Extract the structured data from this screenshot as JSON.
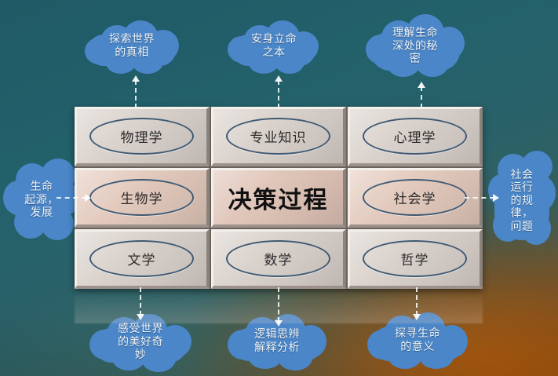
{
  "background": {
    "teal": "#215a63",
    "brown": "#a8540c"
  },
  "diagram": {
    "title": "决策过程",
    "cloud_color": "#4a86c8",
    "grid": {
      "rows": [
        [
          {
            "label": "物理学"
          },
          {
            "label": "专业知识"
          },
          {
            "label": "心理学"
          }
        ],
        [
          {
            "label": "生物学"
          },
          {
            "label": "决策过程"
          },
          {
            "label": "社会学"
          }
        ],
        [
          {
            "label": "文学"
          },
          {
            "label": "数学"
          },
          {
            "label": "哲学"
          }
        ]
      ]
    },
    "clouds": {
      "top_left": "探索世界\n的真相",
      "top_center": "安身立命\n之本",
      "top_right": "理解生命\n深处的秘\n密",
      "left": "生命\n起源，\n发展",
      "right": "社会\n运行\n的规\n律，\n问题",
      "bottom_left": "感受世界\n的美好奇\n妙",
      "bottom_center": "逻辑思辨\n解释分析",
      "bottom_right": "探寻生命\n的意义"
    },
    "arrows": {
      "physics_up": "arrow-up",
      "expertise_up": "arrow-up",
      "psychology_up": "arrow-up",
      "biology_left": "arrow-right",
      "sociology_right": "arrow-right",
      "literature_down": "arrow-down",
      "math_down": "arrow-down",
      "philosophy_down": "arrow-down"
    }
  }
}
